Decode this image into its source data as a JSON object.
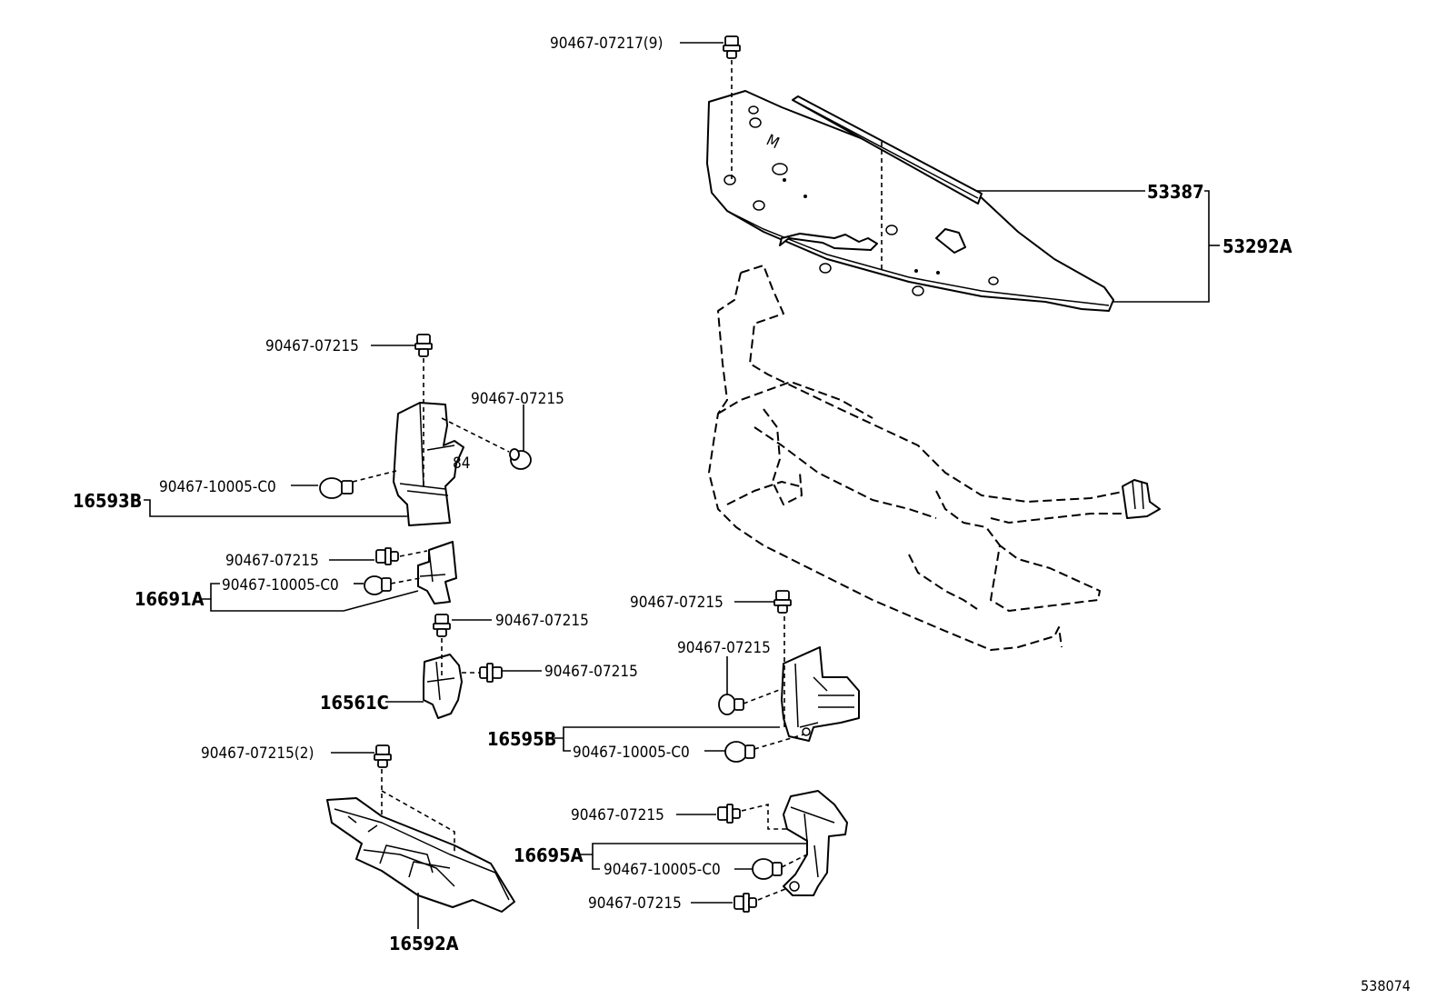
{
  "diagram": {
    "figure_id": "538074",
    "parts": {
      "p53387": "53387",
      "p53292A": "53292A",
      "p16593B": "16593B",
      "p16691A": "16691A",
      "p16561C": "16561C",
      "p16595B": "16595B",
      "p16695A": "16695A",
      "p16592A": "16592A"
    },
    "fasteners": {
      "top_clip": "90467-07217(9)",
      "g1_clip_top": "90467-07215",
      "g1_clip_side": "90467-07215",
      "g1_rivet": "90467-10005-C0",
      "g2_clip": "90467-07215",
      "g2_rivet": "90467-10005-C0",
      "g3_clip_top": "90467-07215",
      "g3_clip_side": "90467-07215",
      "g4_clip": "90467-07215(2)",
      "g5_clip_top": "90467-07215",
      "g5_clip_side": "90467-07215",
      "g5_rivet": "90467-10005-C0",
      "g6_clip": "90467-07215",
      "g6_rivet": "90467-10005-C0",
      "g6_clip_bottom": "90467-07215"
    }
  }
}
